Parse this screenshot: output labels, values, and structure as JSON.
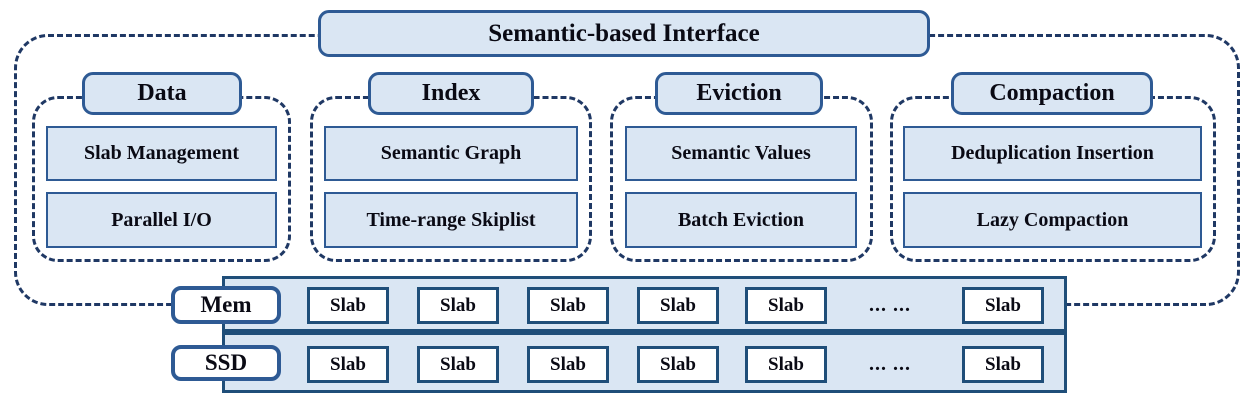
{
  "interface": {
    "label": "Semantic-based Interface"
  },
  "groups": [
    {
      "name": "Data",
      "items": [
        "Slab Management",
        "Parallel I/O"
      ]
    },
    {
      "name": "Index",
      "items": [
        "Semantic Graph",
        "Time-range Skiplist"
      ]
    },
    {
      "name": "Eviction",
      "items": [
        "Semantic Values",
        "Batch Eviction"
      ]
    },
    {
      "name": "Compaction",
      "items": [
        "Deduplication Insertion",
        "Lazy Compaction"
      ]
    }
  ],
  "storage": {
    "rows": [
      {
        "name": "Mem",
        "slabs": [
          "Slab",
          "Slab",
          "Slab",
          "Slab",
          "Slab",
          "Slab"
        ],
        "ellipsis": "... ..."
      },
      {
        "name": "SSD",
        "slabs": [
          "Slab",
          "Slab",
          "Slab",
          "Slab",
          "Slab",
          "Slab"
        ],
        "ellipsis": "... ..."
      }
    ]
  },
  "colors": {
    "box_fill": "#dae6f3",
    "box_border": "#2e5a94",
    "dashed_line": "#1f3864",
    "storage_border": "#1f4e79",
    "text": "#0a0a14",
    "background": "#ffffff"
  }
}
